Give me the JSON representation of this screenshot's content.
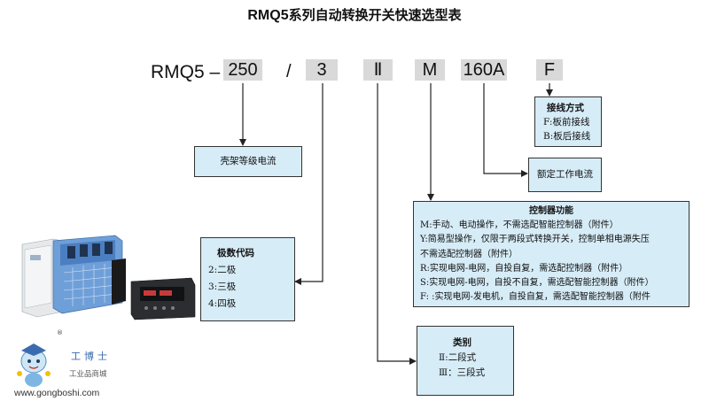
{
  "title": {
    "model": "RMQ5",
    "rest": "系列自动转换开关快速选型表"
  },
  "code": {
    "prefix": "RMQ5 –",
    "current": "250",
    "slash": "/",
    "poles": "3",
    "category": "Ⅱ",
    "control": "M",
    "rated": "160A",
    "wiring": "F"
  },
  "boxes": {
    "frame": {
      "text": "壳架等级电流"
    },
    "wiring": {
      "heading": "接线方式",
      "lines": [
        "F:板前接线",
        "B:板后接线"
      ]
    },
    "rated": {
      "text": "额定工作电流"
    },
    "control": {
      "heading": "控制器功能",
      "lines": [
        "M:手动、电动操作，不需选配智能控制器（附件）",
        "Y:简易型操作，仅限于两段式转换开关，控制单相电源失压",
        "不需选配控制器（附件）",
        "R:实现电网-电网，自投自复，需选配控制器（附件）",
        "S:实现电网-电网，自投不自复，需选配智能控制器（附件）",
        "F: :实现电网-发电机，自投自复，需选配智能控制器（附件"
      ]
    },
    "poles": {
      "heading": "极数代码",
      "lines": [
        "2:二极",
        "3:三极",
        "4:四极"
      ]
    },
    "category": {
      "heading": "类别",
      "lines": [
        "Ⅱ:二段式",
        "Ⅲ：三段式"
      ]
    }
  },
  "logo": {
    "brand": "工博士",
    "subtitle": "工业品商城",
    "url": "www.gongboshi.com",
    "mark": "®"
  },
  "colors": {
    "box_fill": "#d6ecf7",
    "segment_fill": "#d9d9d9",
    "line": "#222222"
  }
}
